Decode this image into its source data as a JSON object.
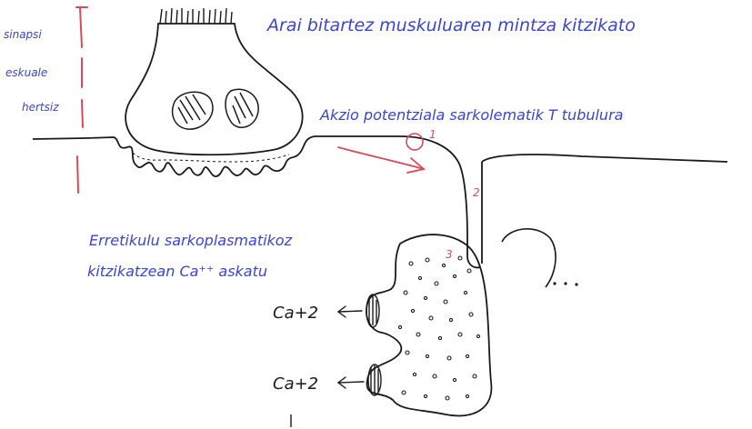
{
  "labels": {
    "top_annotation": "Arai bitartez muskuluaren mintza kitzikato",
    "action_potential": "Akzio potentziala sarkolematik T tubulura",
    "reticulum_line1": "Erretikulu sarkoplasmatikoz",
    "reticulum_line2": "kitzikatzean Ca⁺⁺ askatu",
    "synapse_line1": "sinapsi",
    "synapse_line2": "eskuale",
    "synapse_line3": "hertsiz"
  },
  "steps": [
    "1",
    "2",
    "3"
  ],
  "ions": [
    "Ca+2",
    "Ca+2"
  ],
  "colors": {
    "ink": "#1a1a1a",
    "blue_note": "#3a44d6",
    "red_note": "#d64a5a"
  }
}
